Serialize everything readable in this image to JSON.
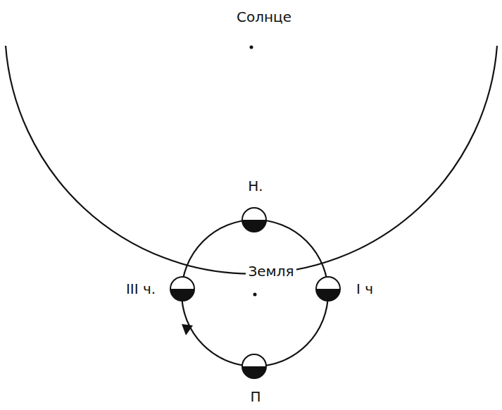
{
  "diagram": {
    "labels": [
      "Солнце",
      "Н.",
      "Земля",
      "III ч.",
      "I ч",
      "П"
    ]
  }
}
